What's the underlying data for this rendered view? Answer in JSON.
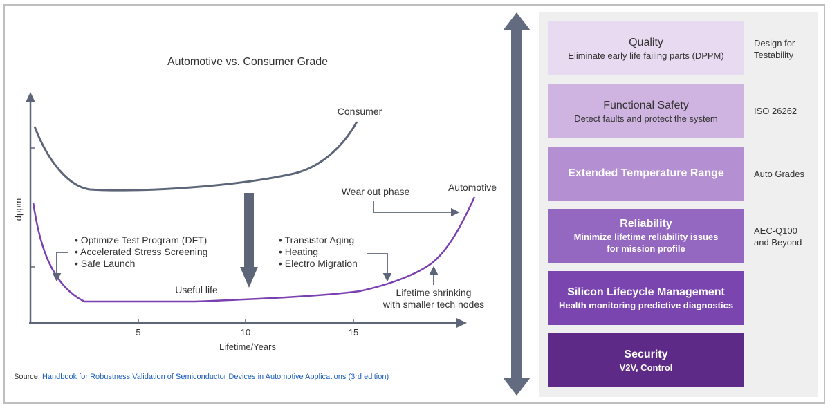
{
  "chart": {
    "title": "Automotive vs. Consumer Grade",
    "xlabel": "Lifetime/Years",
    "ylabel": "dppm",
    "x_ticks": [
      "5",
      "10",
      "15"
    ],
    "series_labels": {
      "consumer": "Consumer",
      "automotive": "Automotive"
    },
    "annotations": {
      "early_bullets": [
        "Optimize Test Program (DFT)",
        "Accelerated Stress Screening",
        "Safe Launch"
      ],
      "wear_bullets": [
        "Transistor Aging",
        "Heating",
        "Electro Migration"
      ],
      "useful_life": "Useful life",
      "wear_out": "Wear out phase",
      "shrinking_line1": "Lifetime shrinking",
      "shrinking_line2": "with smaller tech nodes"
    },
    "colors": {
      "consumer": "#5d6678",
      "automotive": "#7a3fb0",
      "axis": "#5d6678",
      "arrow": "#5d6678"
    }
  },
  "source": {
    "prefix": "Source: ",
    "link_text": "Handbook for Robustness Validation of Semiconductor Devices in Automotive Applications (3rd edition)"
  },
  "stack": {
    "boxes": [
      {
        "title": "Quality",
        "subtitle": "Eliminate early life failing parts (DPPM)",
        "color": "#e8daf1",
        "side": [
          "Design for",
          "Testability"
        ]
      },
      {
        "title": "Functional Safety",
        "subtitle": "Detect faults and protect the system",
        "color": "#cfb4e1",
        "side": [
          "ISO 26262"
        ]
      },
      {
        "title": "Extended Temperature Range",
        "subtitle": "",
        "color": "#b48fd1",
        "side": [
          "Auto Grades"
        ]
      },
      {
        "title": "Reliability",
        "subtitle": "Minimize lifetime reliability issues for mission profile",
        "subtitle_lines": [
          "Minimize lifetime reliability issues",
          "for mission profile"
        ],
        "color": "#9467c0",
        "side": [
          "AEC-Q100",
          "and Beyond"
        ]
      },
      {
        "title": "Silicon Lifecycle Management",
        "subtitle": "Health monitoring predictive diagnostics",
        "color": "#7a45ae",
        "side": []
      },
      {
        "title": "Security",
        "subtitle": "V2V, Control",
        "color": "#5e2a88",
        "side": []
      }
    ],
    "arrow_color": "#626b7f"
  }
}
